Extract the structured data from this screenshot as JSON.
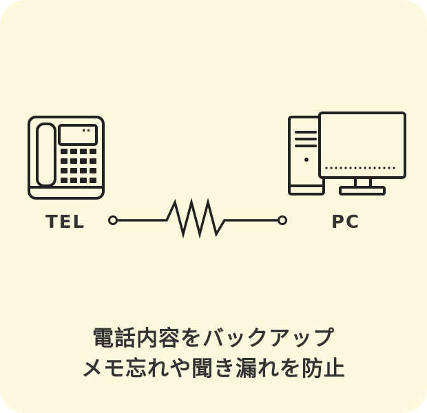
{
  "diagram": {
    "left_device": {
      "label": "TEL",
      "icon": "desk-phone-icon"
    },
    "right_device": {
      "label": "PC",
      "icon": "desktop-computer-icon"
    },
    "connector": {
      "icon": "resistor-zigzag-icon"
    }
  },
  "caption": {
    "line1": "電話内容をバックアップ",
    "line2": "メモ忘れや聞き漏れを防止"
  },
  "colors": {
    "background": "#fdf9de",
    "ink": "#222222"
  }
}
